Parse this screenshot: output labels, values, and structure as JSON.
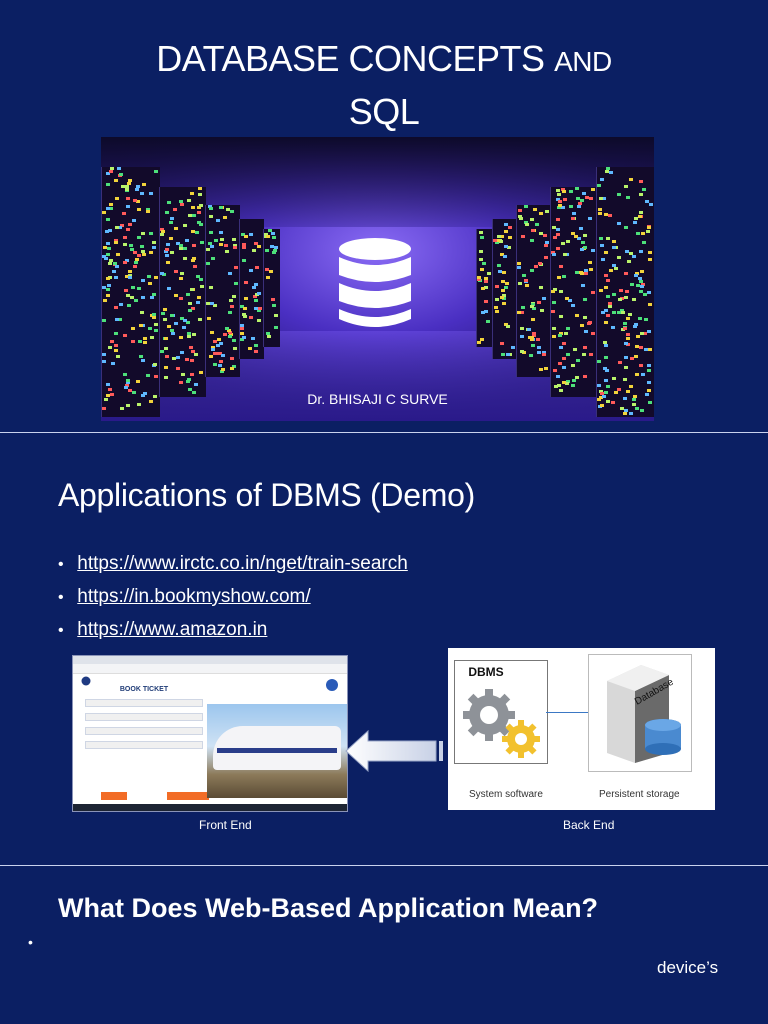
{
  "slide1": {
    "title_main": "DATABASE CONCEPTS",
    "title_small": "AND",
    "title_line2": "SQL",
    "author": "Dr. BHISAJI C SURVE"
  },
  "slide2": {
    "title": "Applications of DBMS (Demo)",
    "links": [
      "https://www.irctc.co.in/nget/train-search",
      "https://in.bookmyshow.com/",
      "https://www.amazon.in"
    ],
    "book_ticket": "BOOK TICKET",
    "dbms_label": "DBMS",
    "database_label": "Database",
    "system_software": "System software",
    "persistent_storage": "Persistent storage",
    "front_end": "Front End",
    "back_end": "Back End"
  },
  "slide3": {
    "title": "What Does Web-Based Application Mean?",
    "bullet": "•",
    "fragment": "device’s"
  },
  "colors": {
    "slide_bg": "#0b1f63",
    "accent_orange": "#f26c26",
    "link_blue": "#3b78c4"
  }
}
